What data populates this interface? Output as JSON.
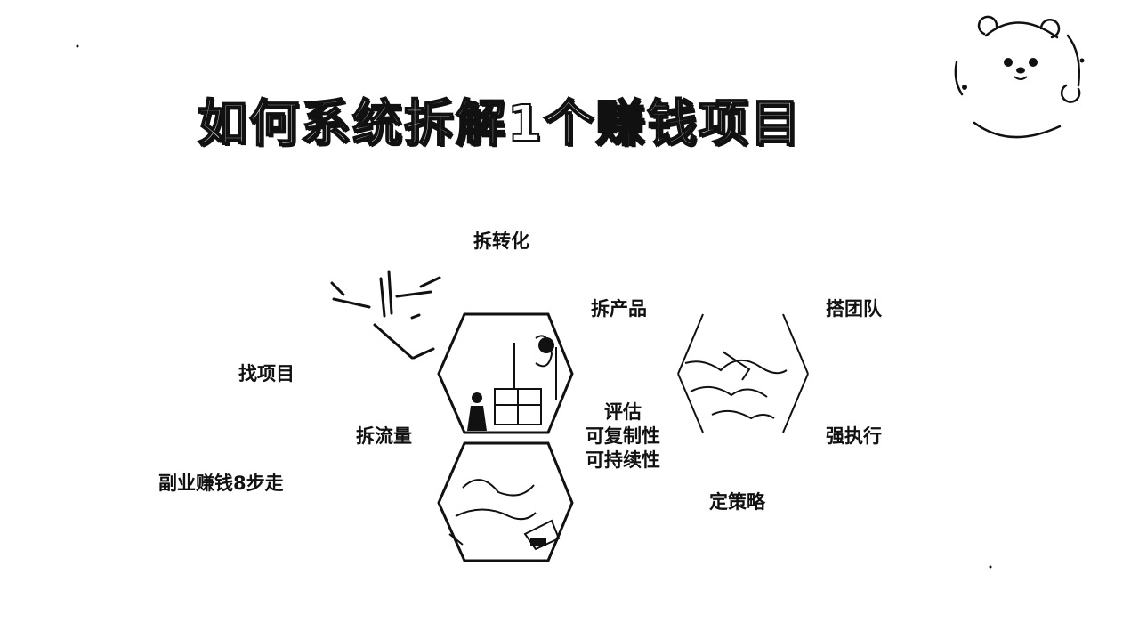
{
  "slide": {
    "title": "如何系统拆解1个赚钱项目",
    "labels": {
      "conversion": "拆转化",
      "product": "拆产品",
      "team": "搭团队",
      "find_project": "找项目",
      "traffic": "拆流量",
      "execute": "强执行",
      "eight_steps": "副业赚钱8步走",
      "strategy": "定策略",
      "evaluate_1": "评估",
      "evaluate_2": "可复制性",
      "evaluate_3": "可持续性"
    }
  }
}
